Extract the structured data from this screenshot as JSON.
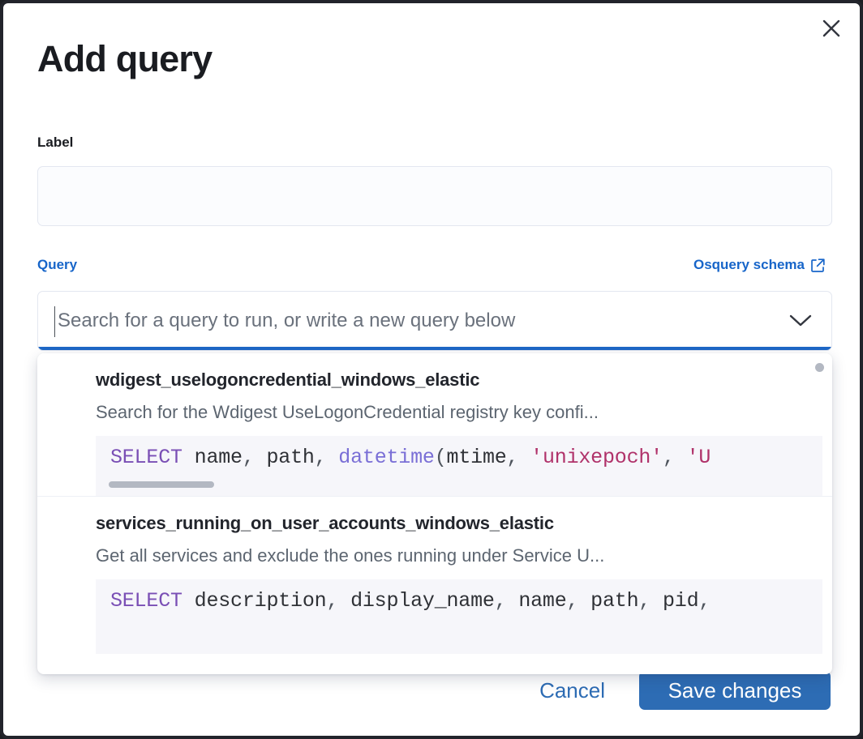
{
  "dialog": {
    "title": "Add query",
    "close_icon": "close-icon"
  },
  "label_field": {
    "label": "Label",
    "value": "",
    "placeholder": ""
  },
  "query_field": {
    "label": "Query",
    "schema_link": "Osquery schema",
    "schema_link_icon": "external-link-icon",
    "combobox_value": "",
    "combobox_placeholder": "Search for a query to run, or write a new query below",
    "caret_icon": "chevron-down-icon"
  },
  "dropdown": {
    "items": [
      {
        "name": "wdigest_uselogoncredential_windows_elastic",
        "description": "Search for the Wdigest UseLogonCredential registry key confi...",
        "code_tokens": [
          {
            "t": "SELECT",
            "c": "kw"
          },
          {
            "t": " ",
            "c": "pun"
          },
          {
            "t": "name",
            "c": "id"
          },
          {
            "t": ", ",
            "c": "pun"
          },
          {
            "t": "path",
            "c": "id"
          },
          {
            "t": ", ",
            "c": "pun"
          },
          {
            "t": "datetime",
            "c": "fn"
          },
          {
            "t": "(",
            "c": "pun"
          },
          {
            "t": "mtime",
            "c": "id"
          },
          {
            "t": ", ",
            "c": "pun"
          },
          {
            "t": "'unixepoch'",
            "c": "str"
          },
          {
            "t": ", ",
            "c": "pun"
          },
          {
            "t": "'U",
            "c": "str"
          }
        ]
      },
      {
        "name": "services_running_on_user_accounts_windows_elastic",
        "description": "Get all services and exclude the ones running under Service U...",
        "code_tokens": [
          {
            "t": "SELECT",
            "c": "kw"
          },
          {
            "t": " ",
            "c": "pun"
          },
          {
            "t": "description",
            "c": "id"
          },
          {
            "t": ", ",
            "c": "pun"
          },
          {
            "t": "display_name",
            "c": "id"
          },
          {
            "t": ", ",
            "c": "pun"
          },
          {
            "t": "name",
            "c": "id"
          },
          {
            "t": ", ",
            "c": "pun"
          },
          {
            "t": "path",
            "c": "id"
          },
          {
            "t": ", ",
            "c": "pun"
          },
          {
            "t": "pid",
            "c": "id"
          },
          {
            "t": ",",
            "c": "pun"
          }
        ]
      }
    ]
  },
  "footer": {
    "cancel_label": "Cancel",
    "save_label": "Save changes"
  },
  "colors": {
    "accent_blue": "#1765c9",
    "button_blue": "#2d6cb4",
    "focus_underline": "#1e68c7",
    "sql_keyword": "#7a4fb5",
    "sql_function": "#7a6fd6",
    "sql_string": "#b0326a"
  }
}
